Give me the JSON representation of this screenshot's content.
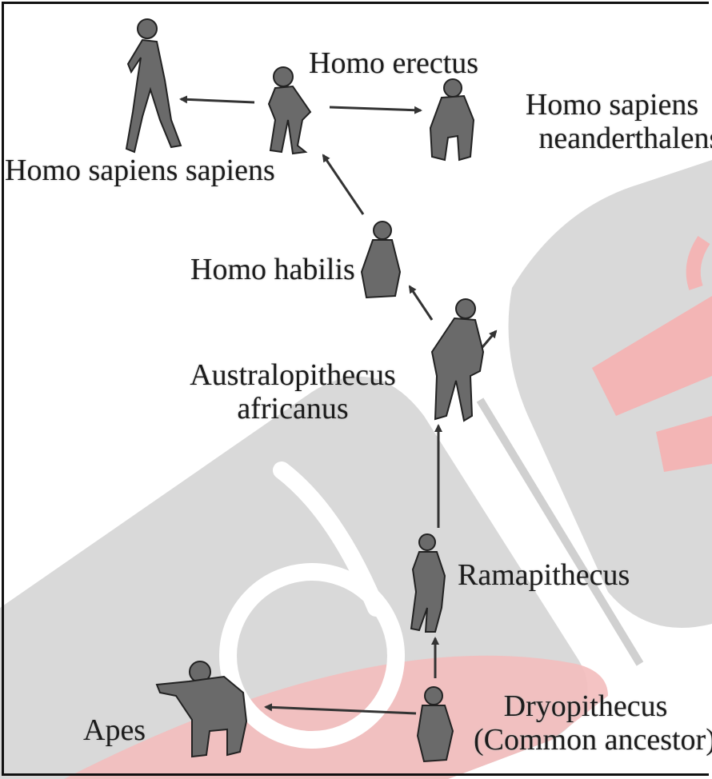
{
  "labels": {
    "homo_erectus": "Homo erectus",
    "homo_sapiens_sapiens": "Homo sapiens sapiens",
    "homo_sapiens_neanderthalensis_line1": "Homo sapiens",
    "homo_sapiens_neanderthalensis_line2": "neanderthalensis",
    "homo_habilis": "Homo habilis",
    "australopithecus_line1": "Australopithecus",
    "australopithecus_line2": "africanus",
    "ramapithecus": "Ramapithecus",
    "dryopithecus_line1": "Dryopithecus",
    "dryopithecus_line2": "(Common ancestor)",
    "apes": "Apes"
  },
  "figures": [
    "homo-sapiens-sapiens-figure",
    "homo-erectus-figure",
    "neanderthal-figure",
    "homo-habilis-figure",
    "australopithecus-figure",
    "ramapithecus-figure",
    "dryopithecus-figure",
    "ape-figure"
  ],
  "colors": {
    "text": "#1c1c1c",
    "arrow": "#333333",
    "watermark_gray": "#d9d9d9",
    "watermark_red": "#f3b9b9"
  }
}
